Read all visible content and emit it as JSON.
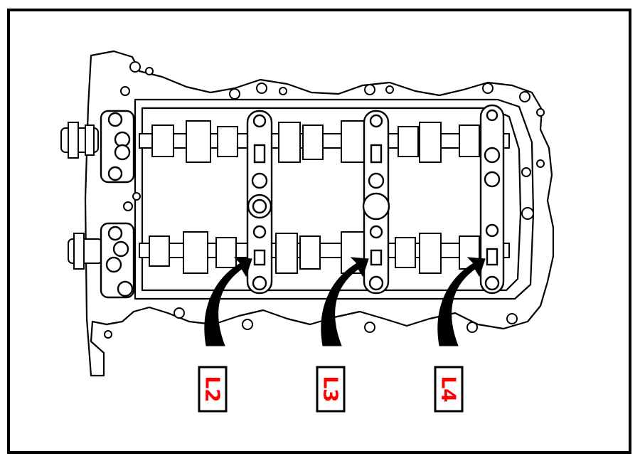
{
  "diagram": {
    "labels": [
      {
        "id": "L2",
        "text": "L2"
      },
      {
        "id": "L3",
        "text": "L3"
      },
      {
        "id": "L4",
        "text": "L4"
      }
    ],
    "colors": {
      "line": "#000000",
      "background": "#ffffff",
      "label_text": "#ff0000",
      "label_border": "#000000"
    }
  }
}
